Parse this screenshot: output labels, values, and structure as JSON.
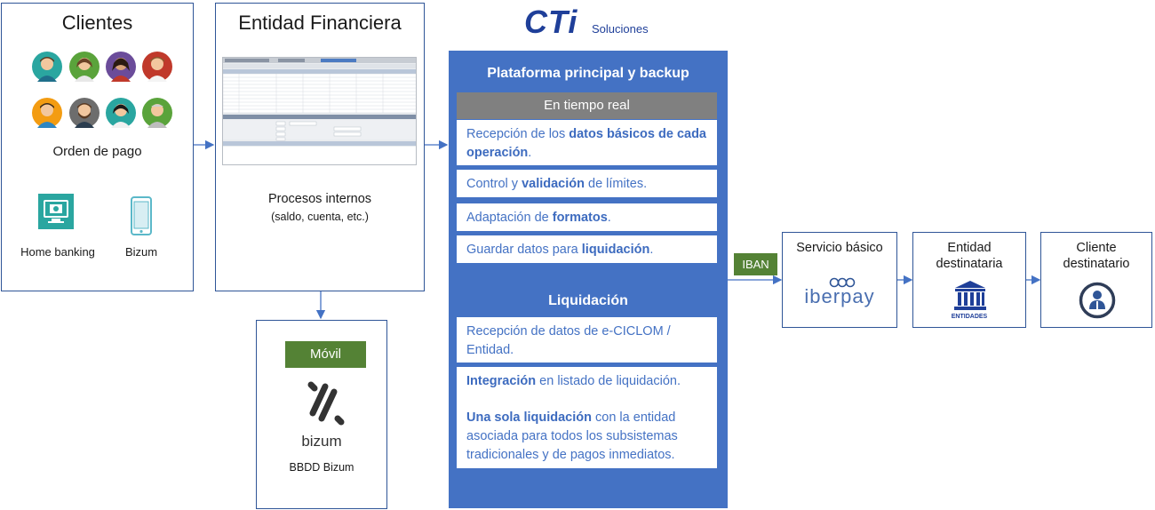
{
  "clientes": {
    "title": "Clientes",
    "orden": "Orden de pago",
    "home_banking": "Home banking",
    "bizum": "Bizum"
  },
  "entidad": {
    "title": "Entidad Financiera",
    "procesos": "Procesos internos",
    "procesos_sub": "(saldo, cuenta, etc.)"
  },
  "movil": {
    "badge": "Móvil",
    "logo_text": "bizum",
    "caption": "BBDD Bizum"
  },
  "cti": {
    "logo": "CTi",
    "soluciones": "Soluciones"
  },
  "plataforma": {
    "title": "Plataforma principal y backup",
    "realtime_header": "En tiempo real",
    "c1_a": "Recepción de los ",
    "c1_b": "datos básicos de cada operación",
    "c1_c": ".",
    "c2_a": "Control y ",
    "c2_b": "validación",
    "c2_c": " de límites.",
    "c3_a": "Adaptación de ",
    "c3_b": "formatos",
    "c3_c": ".",
    "c4_a": "Guardar datos para ",
    "c4_b": "liquidación",
    "c4_c": ".",
    "liq_title": "Liquidación",
    "l1": "Recepción de datos de e-CICLOM / Entidad.",
    "l2_b": "Integración",
    "l2_a": " en listado de liquidación.",
    "l3_b": "Una sola liquidación",
    "l3_a": " con la entidad asociada para todos los subsistemas tradicionales y de pagos inmediatos."
  },
  "iban": "IBAN",
  "servicio": {
    "title": "Servicio básico",
    "logo": "iberpay"
  },
  "entidad_dest": {
    "title_1": "Entidad",
    "title_2": "destinataria",
    "icon_label": "ENTIDADES"
  },
  "cliente_dest": {
    "title_1": "Cliente",
    "title_2": "destinatario"
  },
  "colors": {
    "accent_blue": "#4472c4",
    "border_blue": "#2f5597",
    "green": "#548235",
    "grey": "#808080",
    "teal": "#2aa6a0",
    "cti_blue": "#1f3f99"
  }
}
